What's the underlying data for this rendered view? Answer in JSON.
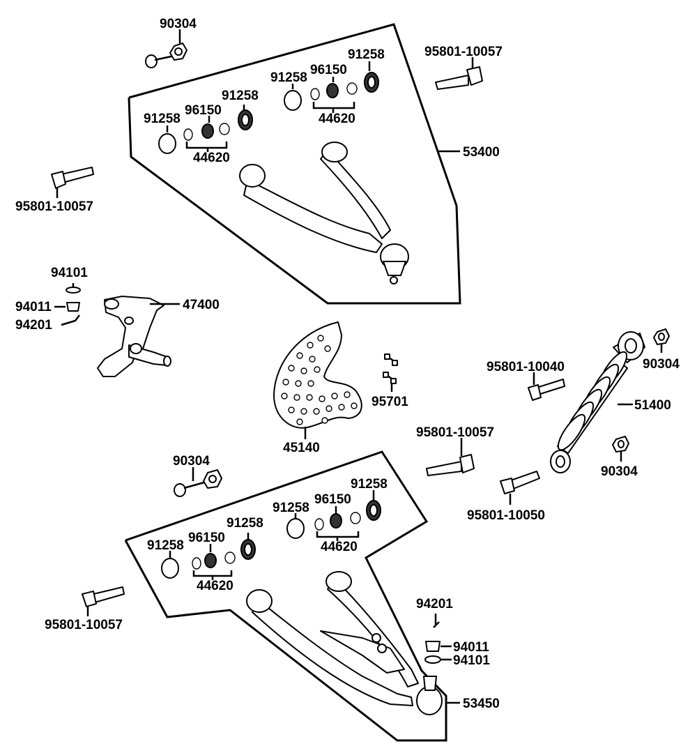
{
  "callouts": {
    "upper_arm_assembly": "53400",
    "lower_arm_assembly": "53450",
    "knuckle": "47400",
    "brake_disc": "45140",
    "shock_absorber": "51400",
    "bleeder": "95701",
    "nut": "90304",
    "washer": "91258",
    "bearing": "96150",
    "collar": "44620",
    "bolt_long": "95801-10057",
    "bolt_shock_top": "95801-10040",
    "bolt_shock_bottom": "95801-10050",
    "cotter_pin": "94201",
    "castle_nut": "94011",
    "plain_washer": "94101"
  }
}
